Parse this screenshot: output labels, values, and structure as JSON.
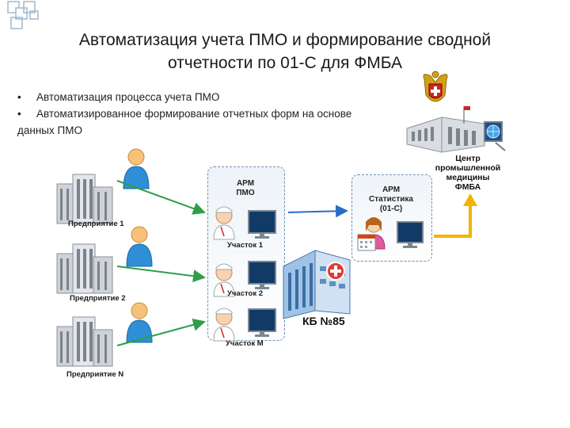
{
  "title": "Автоматизация учета ПМО и формирование сводной\nотчетности по 01-С для ФМБА",
  "bullets": [
    {
      "symbol": "•",
      "text": "Автоматизация процесса учета ПМО"
    },
    {
      "symbol": "•",
      "text": "Автоматизированное формирование отчетных форм на основе",
      "continuation": "данных ПМО"
    }
  ],
  "enterprises": [
    "Предприятие 1",
    "Предприятие 2",
    "Предприятие N"
  ],
  "sites": [
    "Участок 1",
    "Участок 2",
    "Участок М"
  ],
  "arm_pmo": "АРМ\nПМО",
  "arm_stat": "АРМ\nСтатистика\n(01-С)",
  "center": "Центр\nпромышленной\nмедицины\nФМБА",
  "hospital": "КБ №85",
  "colors": {
    "arrow_green": "#2e9e48",
    "arrow_blue": "#2b6cc4",
    "arrow_yellow": "#f2b400",
    "dashed_border": "#6b8fb3"
  },
  "icons": [
    "building-icon",
    "worker-icon",
    "nurse-icon",
    "monitor-icon",
    "hospital-icon",
    "coat-of-arms-icon",
    "globe-icon",
    "calendar-icon"
  ]
}
